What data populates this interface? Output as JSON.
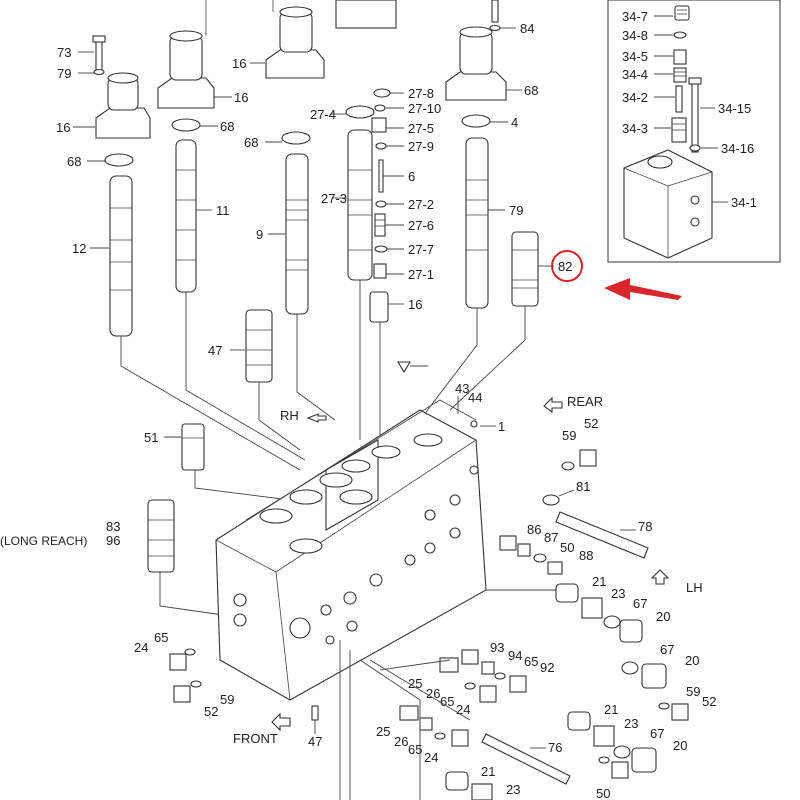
{
  "diagram": {
    "callout_color": "#d9262c",
    "callout_label": "82",
    "inset_labels": [
      "34-7",
      "34-8",
      "34-5",
      "34-4",
      "34-2",
      "34-15",
      "34-3",
      "34-16",
      "34-1"
    ],
    "upper_labels": [
      "73",
      "79",
      "16",
      "16",
      "68",
      "68",
      "11",
      "12",
      "9",
      "16",
      "68",
      "27-8",
      "27-10",
      "27-5",
      "27-9",
      "27-4",
      "6",
      "27-3",
      "27-2",
      "27-6",
      "27-7",
      "27-1",
      "16",
      "68",
      "4",
      "79",
      "84",
      "47"
    ],
    "block_labels": [
      "RH",
      "REAR",
      "43",
      "44",
      "1",
      "51",
      "59",
      "52",
      "81",
      "78",
      "83",
      "96",
      "86",
      "87",
      "50",
      "88",
      "LH",
      "21",
      "23",
      "67",
      "20",
      "65",
      "24",
      "59",
      "52",
      "93",
      "94",
      "65",
      "92",
      "25",
      "26",
      "65",
      "24",
      "67",
      "20",
      "59",
      "52",
      "21",
      "23",
      "FRONT",
      "47",
      "25",
      "26",
      "65",
      "24",
      "76",
      "67",
      "20",
      "21",
      "23",
      "50"
    ],
    "long_reach_text": "(LONG REACH)"
  }
}
